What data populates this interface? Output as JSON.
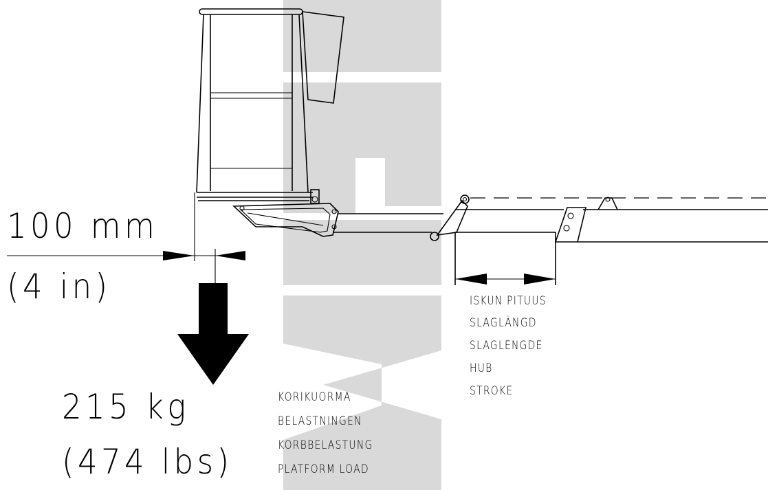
{
  "offset": {
    "value": "100 mm",
    "imperial": "(4 in)"
  },
  "load": {
    "value": "215 kg",
    "imperial": "(474 lbs)"
  },
  "load_labels": [
    "KORIKUORMA",
    "BELASTNINGEN",
    "KORBBELASTUNG",
    "PLATFORM LOAD"
  ],
  "stroke_labels": [
    "ISKUN PITUUS",
    "SLAGLÄNGD",
    "SLAGLENGDE",
    "HUB",
    "STROKE"
  ],
  "watermark": "MIRE",
  "colors": {
    "line": "#000000",
    "watermark": "#d9d9d9",
    "background": "#ffffff"
  }
}
